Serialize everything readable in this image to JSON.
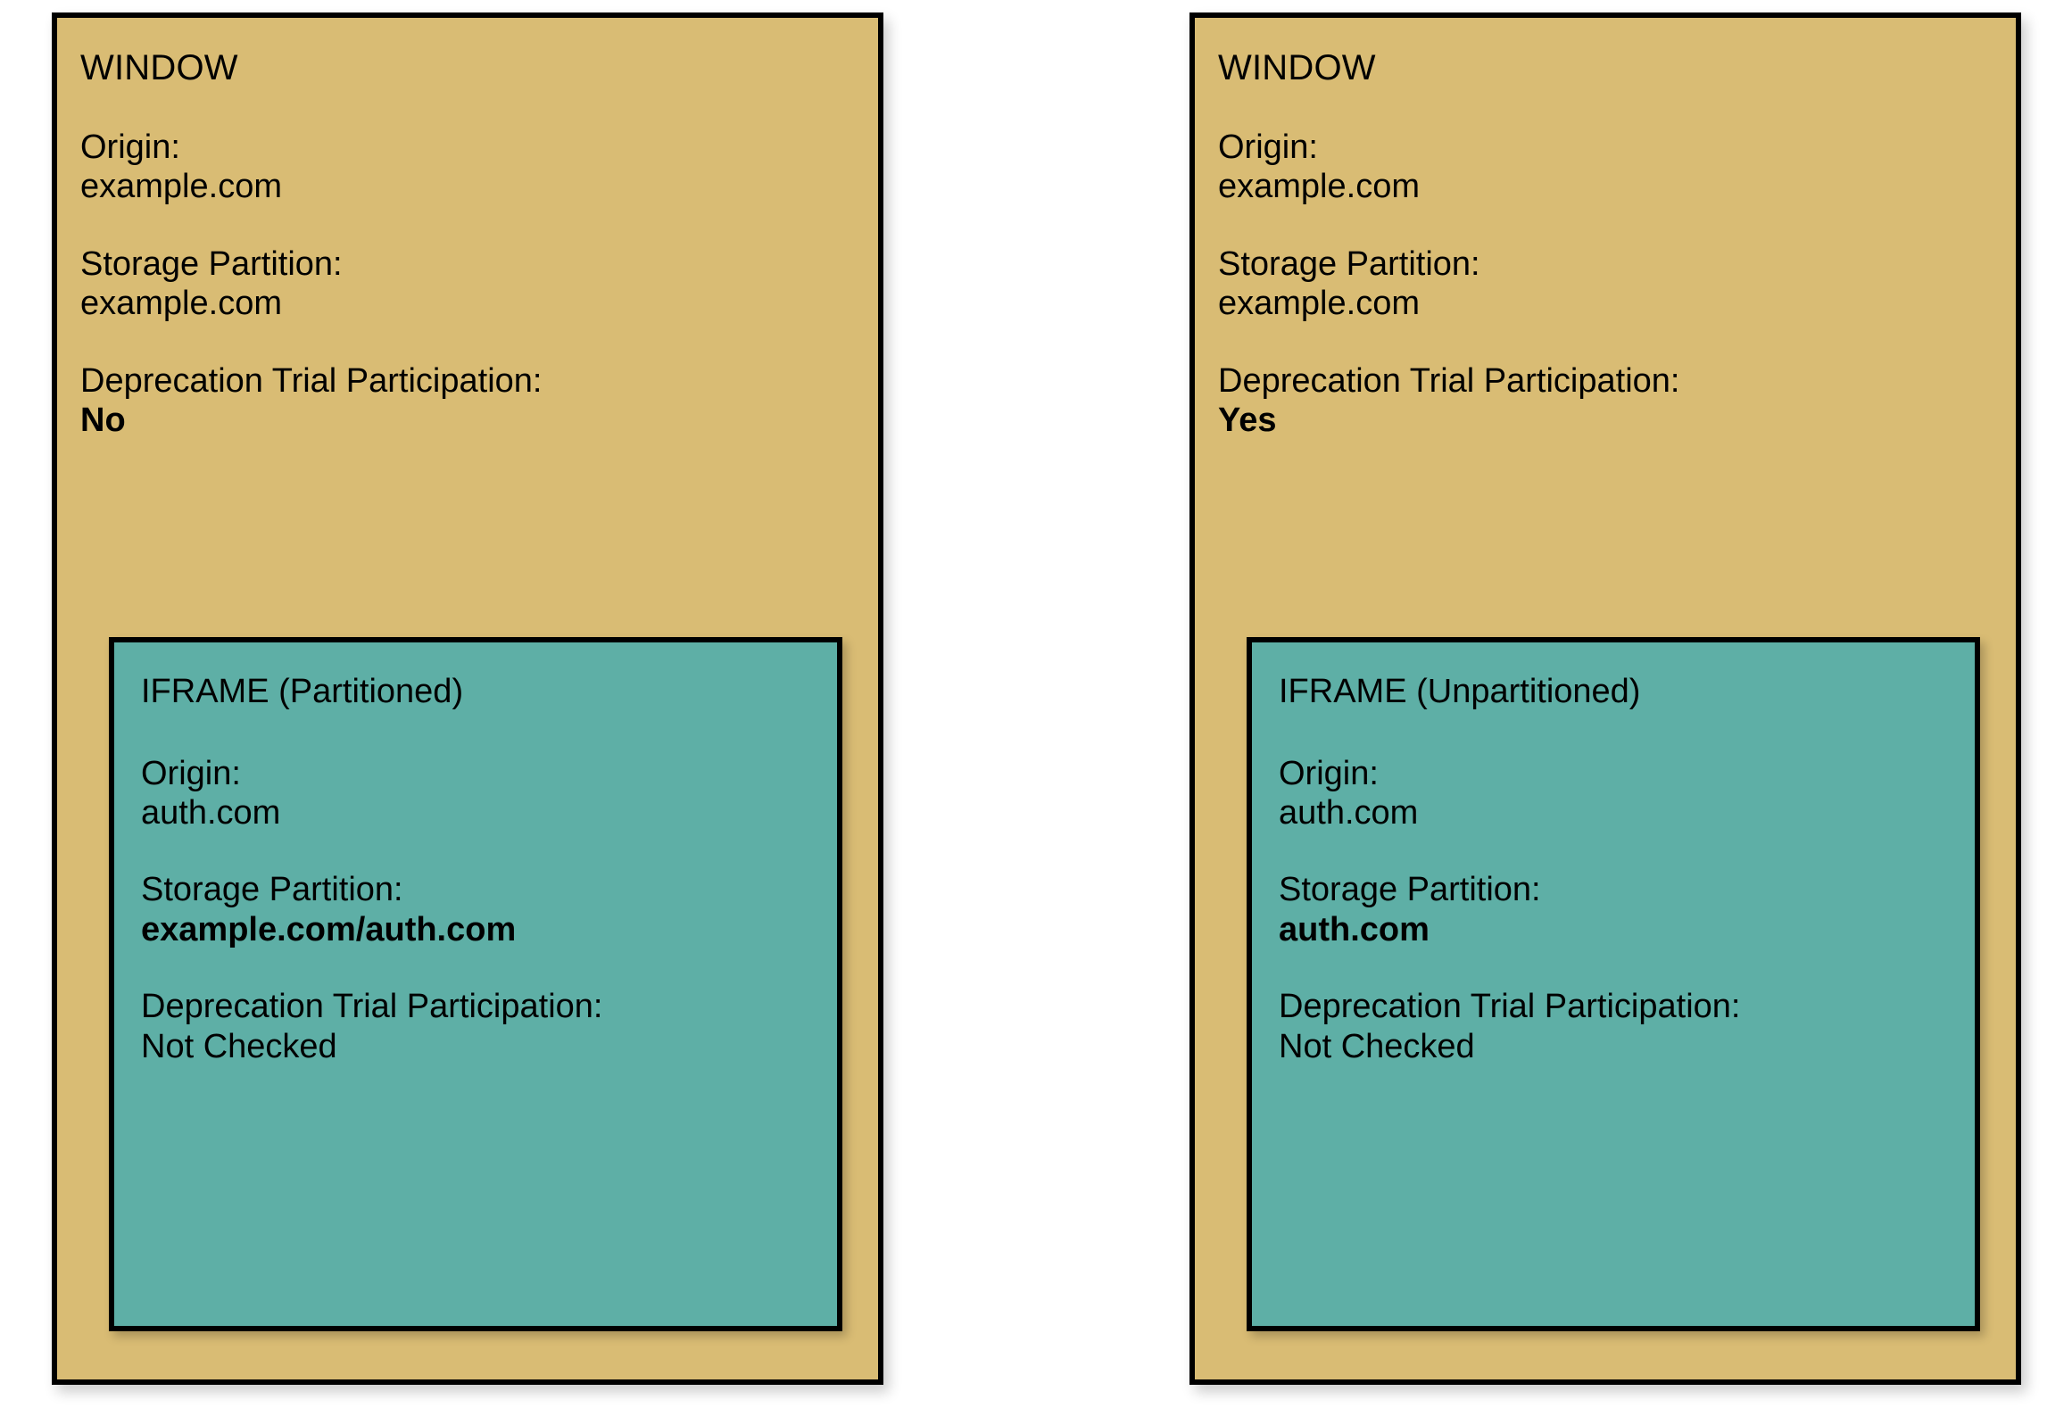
{
  "diagram": {
    "panels": [
      {
        "id": "left",
        "window": {
          "title": "WINDOW",
          "fields": [
            {
              "label": "Origin:",
              "value": "example.com",
              "bold": false
            },
            {
              "label": "Storage Partition:",
              "value": "example.com",
              "bold": false
            },
            {
              "label": "Deprecation Trial Participation:",
              "value": "No",
              "bold": true
            }
          ]
        },
        "iframe": {
          "title": "IFRAME (Partitioned)",
          "fields": [
            {
              "label": "Origin:",
              "value": "auth.com",
              "bold": false
            },
            {
              "label": "Storage Partition:",
              "value": "example.com/auth.com",
              "bold": true
            },
            {
              "label": "Deprecation Trial Participation:",
              "value": "Not Checked",
              "bold": false
            }
          ]
        }
      },
      {
        "id": "right",
        "window": {
          "title": "WINDOW",
          "fields": [
            {
              "label": "Origin:",
              "value": "example.com",
              "bold": false
            },
            {
              "label": "Storage Partition:",
              "value": "example.com",
              "bold": false
            },
            {
              "label": "Deprecation Trial Participation:",
              "value": "Yes",
              "bold": true
            }
          ]
        },
        "iframe": {
          "title": "IFRAME (Unpartitioned)",
          "fields": [
            {
              "label": "Origin:",
              "value": "auth.com",
              "bold": false
            },
            {
              "label": "Storage Partition:",
              "value": "auth.com",
              "bold": true
            },
            {
              "label": "Deprecation Trial Participation:",
              "value": "Not Checked",
              "bold": false
            }
          ]
        }
      }
    ],
    "colors": {
      "window_fill": "#d9bc74",
      "iframe_fill": "#5eafa6",
      "border": "#000000",
      "text": "#000000",
      "background": "#ffffff"
    }
  }
}
